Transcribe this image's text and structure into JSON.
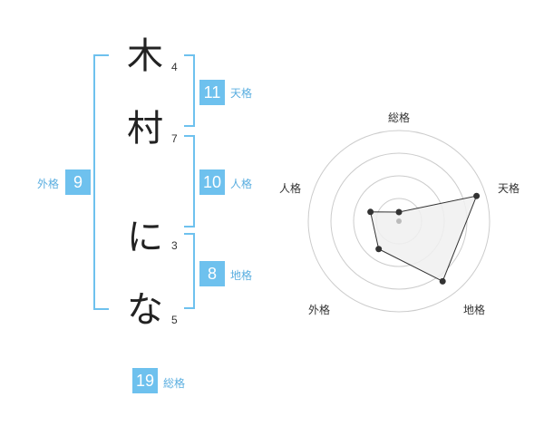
{
  "name": {
    "characters": [
      {
        "char": "木",
        "strokes": "4"
      },
      {
        "char": "村",
        "strokes": "7"
      },
      {
        "char": "に",
        "strokes": "3"
      },
      {
        "char": "な",
        "strokes": "5"
      }
    ]
  },
  "fortunes": {
    "tenkaku": {
      "value": "11",
      "label": "天格"
    },
    "jinkaku": {
      "value": "10",
      "label": "人格"
    },
    "chikaku": {
      "value": "8",
      "label": "地格"
    },
    "gaikaku": {
      "value": "9",
      "label": "外格"
    },
    "soukaku": {
      "value": "19",
      "label": "総格"
    }
  },
  "colors": {
    "bracket": "#6ec1ee",
    "badge_bg": "#6ec1ee",
    "badge_label": "#5aaee0",
    "radar_grid": "#cccccc",
    "radar_fill": "#f0f0f0",
    "radar_line": "#333333"
  },
  "chart_data": {
    "type": "radar",
    "axes": [
      "総格",
      "天格",
      "地格",
      "外格",
      "人格"
    ],
    "values": [
      0.1,
      0.9,
      0.82,
      0.38,
      0.33
    ],
    "rings": 4,
    "range": [
      0,
      1
    ]
  }
}
